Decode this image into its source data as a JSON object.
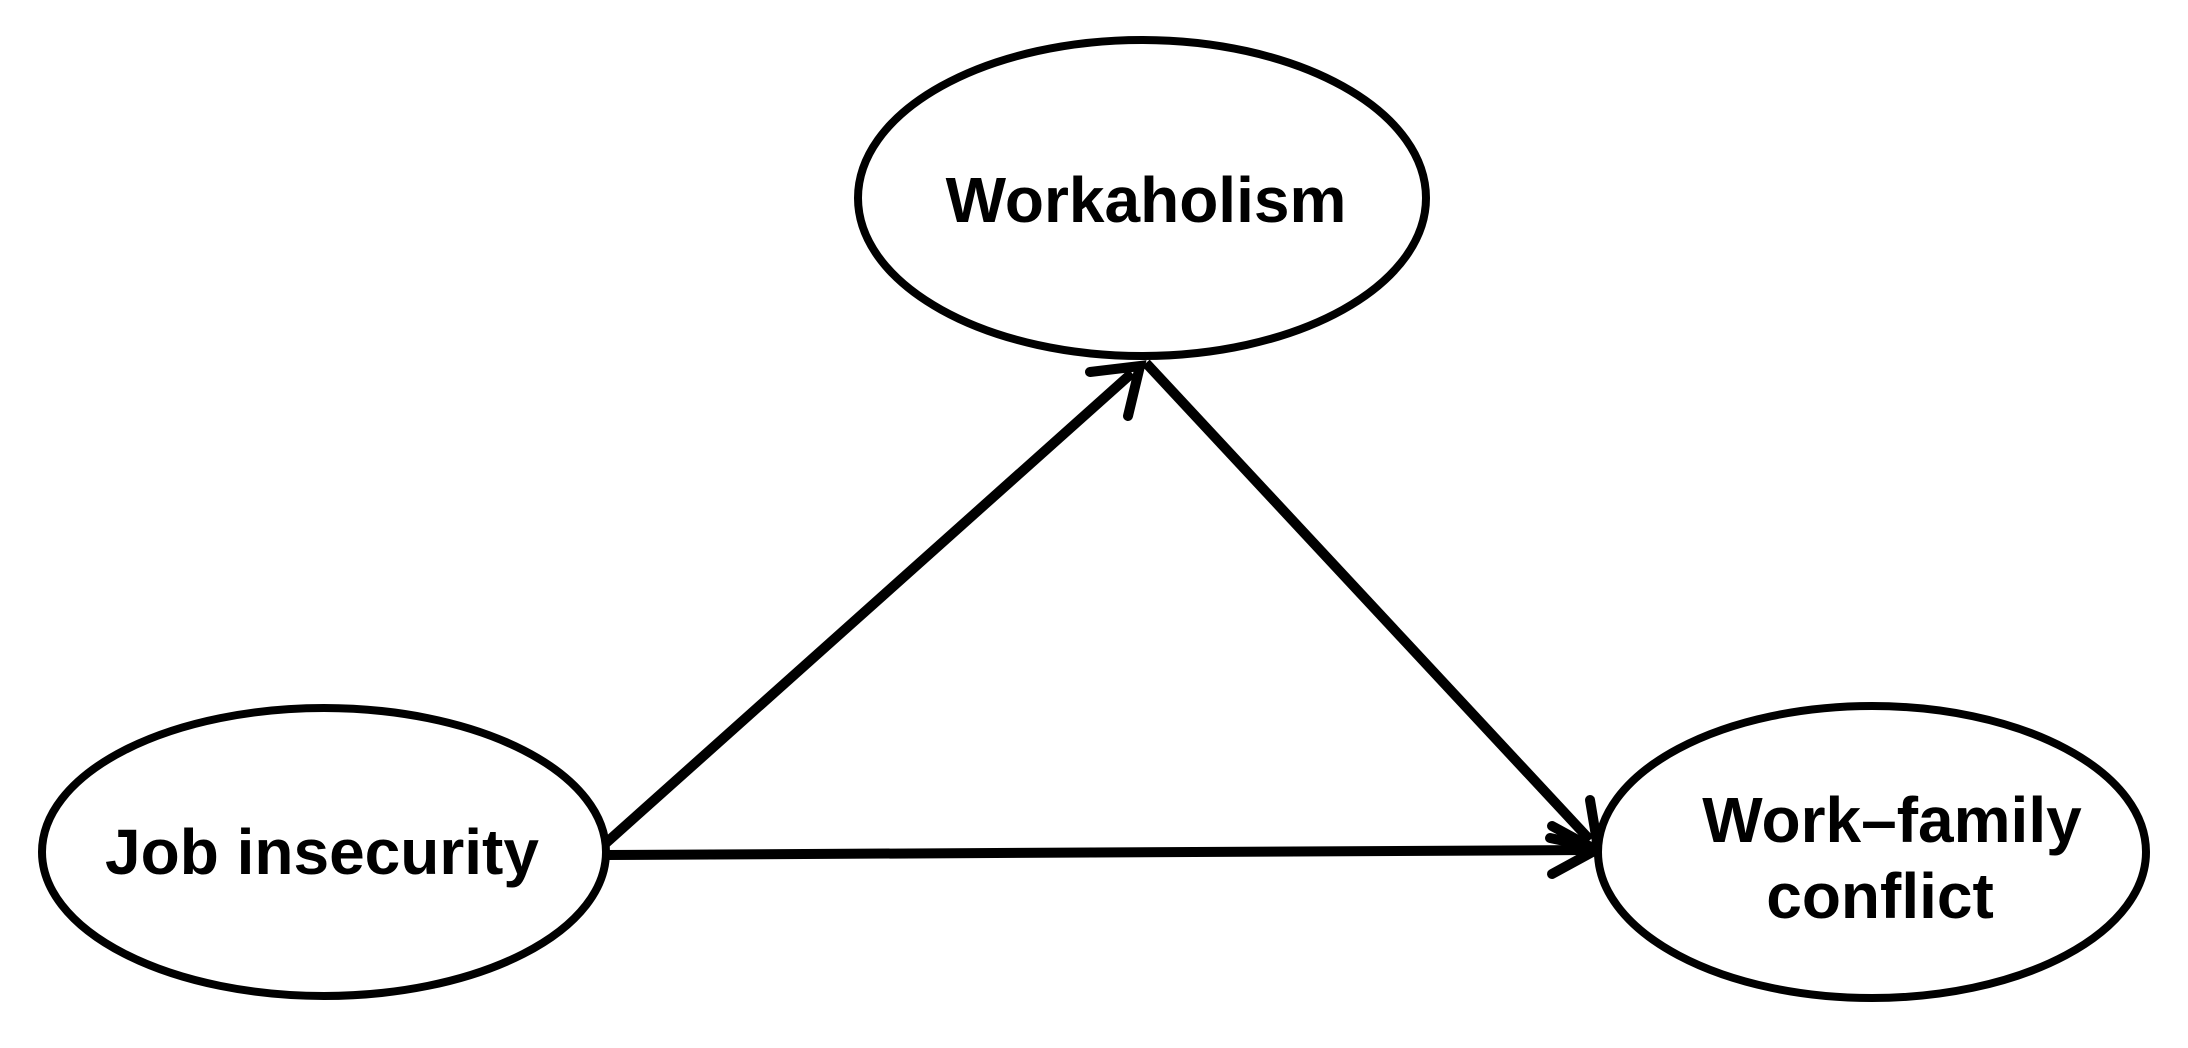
{
  "diagram": {
    "nodes": {
      "job_insecurity": {
        "label_lines": [
          "Job insecurity"
        ]
      },
      "workaholism": {
        "label_lines": [
          "Workaholism"
        ]
      },
      "work_family_conflict": {
        "label_lines": [
          "Work–family",
          "conflict"
        ]
      }
    },
    "edges": [
      {
        "from": "Job insecurity",
        "to": "Workaholism"
      },
      {
        "from": "Workaholism",
        "to": "Work–family conflict"
      },
      {
        "from": "Job insecurity",
        "to": "Work–family conflict"
      }
    ],
    "colors": {
      "stroke": "#000000",
      "background": "#ffffff"
    }
  }
}
